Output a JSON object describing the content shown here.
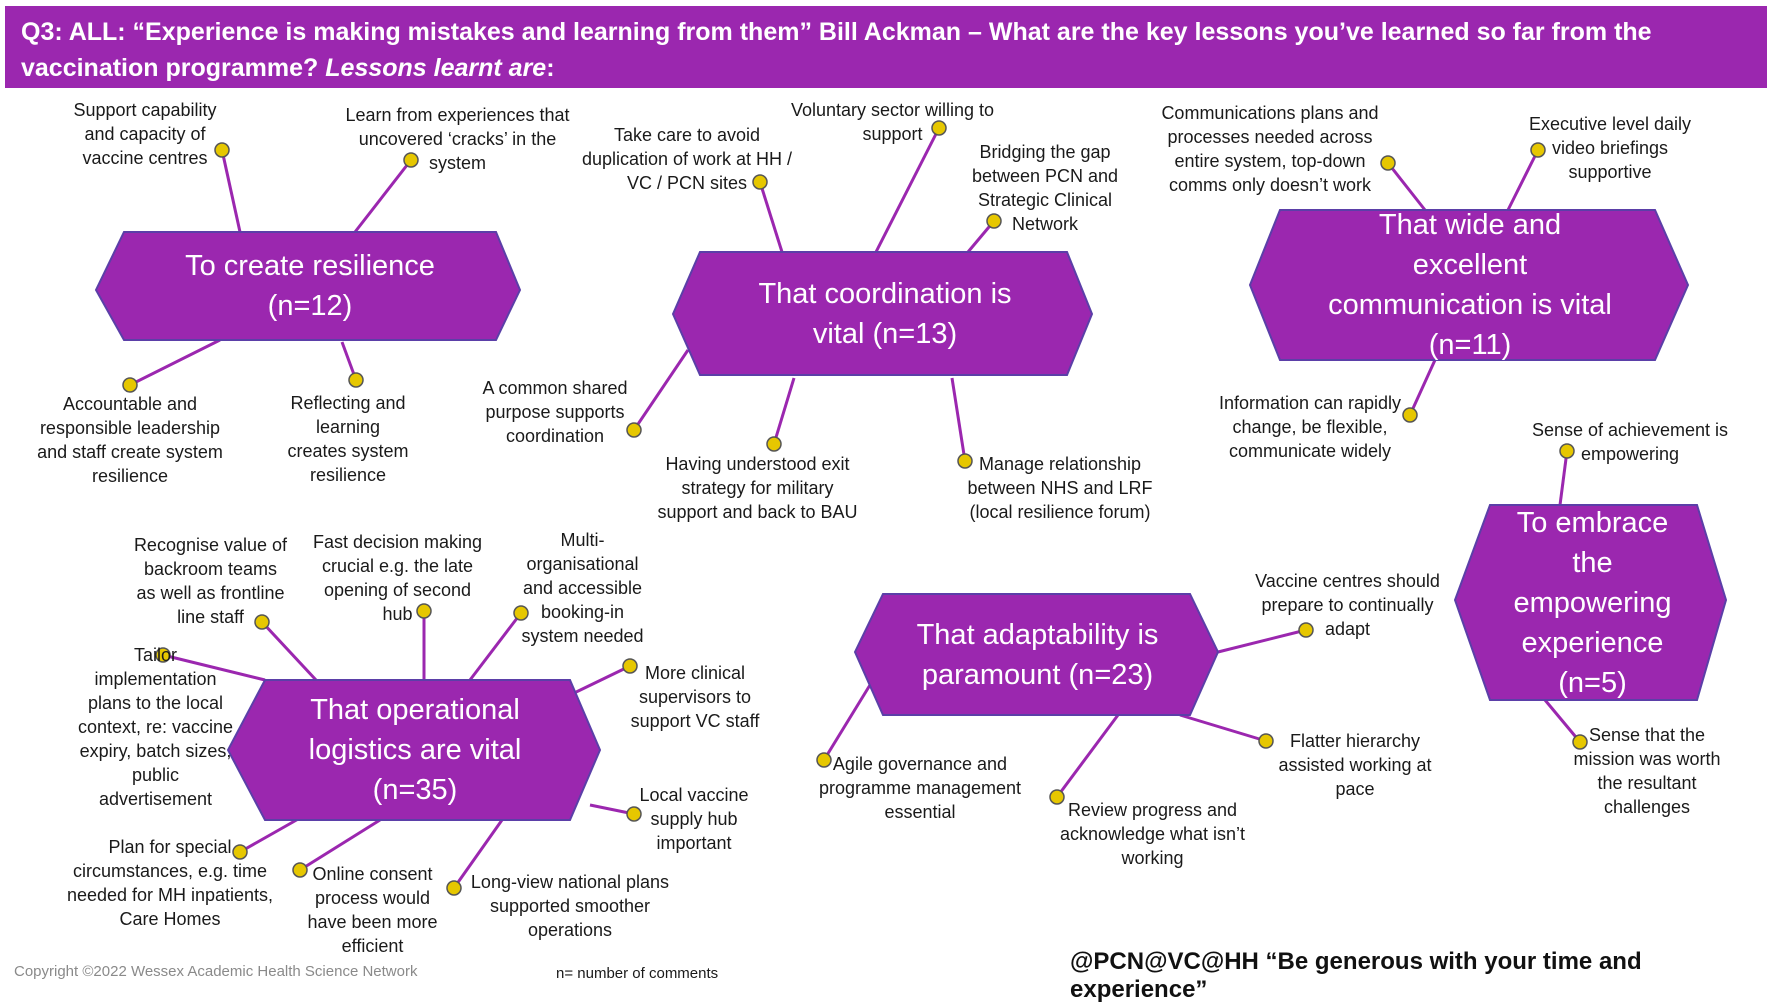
{
  "header": {
    "main": "Q3: ALL: “Experience is making mistakes and learning from them” Bill Ackman – What are the key lessons you’ve learned so far from the vaccination programme?",
    "italic": "Lessons learnt are",
    "tail": ":"
  },
  "colors": {
    "accent": "#9b27af",
    "hex_fill": "#9b27af",
    "hex_border": "#5b3fa8",
    "line": "#9b27af",
    "dot": "#e6c700"
  },
  "themes": {
    "resilience": "To create resilience\n(n=12)",
    "coordination": "That coordination is\nvital (n=13)",
    "communication": "That wide and\nexcellent\ncommunication is vital\n(n=11)",
    "empowering": "To embrace\nthe\nempowering\nexperience\n(n=5)",
    "adaptability": "That adaptability is\nparamount (n=23)",
    "operational": "That operational\nlogistics are vital\n(n=35)"
  },
  "lessons": {
    "r1": "Support capability\nand capacity of\nvaccine centres",
    "r2": "Learn from experiences that\nuncovered ‘cracks’ in the\nsystem",
    "r3": "Accountable and\nresponsible leadership\nand staff create system\nresilience",
    "r4": "Reflecting and\nlearning\ncreates system\nresilience",
    "c1": "Take care to avoid\nduplication of work at HH /\nVC / PCN sites",
    "c2": "Voluntary sector willing to\nsupport",
    "c3": "Bridging the gap\nbetween PCN and\nStrategic Clinical\nNetwork",
    "c4": "A common shared\npurpose supports\ncoordination",
    "c5": "Having understood exit\nstrategy for military\nsupport and back to BAU",
    "c6": "Manage relationship\nbetween NHS and LRF\n(local resilience forum)",
    "w1": "Communications plans and\nprocesses needed across\nentire system, top-down\ncomms only doesn’t work",
    "w2": "Executive level daily\nvideo briefings\nsupportive",
    "w3": "Information can rapidly\nchange, be flexible,\ncommunicate widely",
    "e1": "Sense of achievement is\nempowering",
    "e2": "Sense that the\nmission was worth\nthe resultant\nchallenges",
    "a1": "Vaccine centres should\nprepare to continually\nadapt",
    "a2": "Agile governance and\nprogramme management\nessential",
    "a3": "Review progress and\nacknowledge what isn’t\nworking",
    "a4": "Flatter hierarchy\nassisted working at\npace",
    "o1": "Recognise value of\nbackroom teams\nas well as frontline\nline staff",
    "o2": "Fast decision making\ncrucial e.g. the late\nopening of second\nhub",
    "o3": "Multi-\norganisational\nand accessible\nbooking-in\nsystem needed",
    "o4": "Tailor\nimplementation\nplans to the local\ncontext, re: vaccine\nexpiry, batch sizes,\npublic\nadvertisement",
    "o5": "More clinical\nsupervisors to\nsupport VC staff",
    "o6": "Local vaccine\nsupply hub\nimportant",
    "o7": "Plan for special\ncircumstances, e.g. time\nneeded for MH inpatients,\nCare Homes",
    "o8": "Online consent\nprocess would\nhave been more\nefficient",
    "o9": "Long-view national plans\nsupported smoother\noperations"
  },
  "footer": {
    "copyright": "Copyright ©2022 Wessex Academic Health Science Network",
    "legend": "n= number of comments",
    "tagline": "@PCN@VC@HH “Be generous with your time and experience”"
  }
}
